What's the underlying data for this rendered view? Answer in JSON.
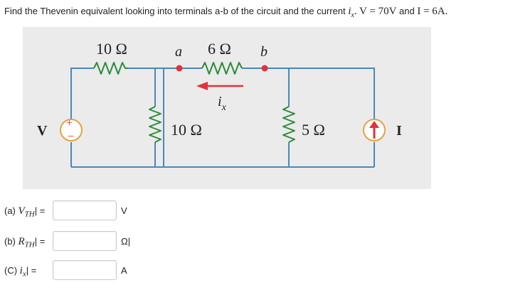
{
  "question": {
    "prefix": "Find the Thevenin equivalent looking into terminals a-b of the circuit and the current ",
    "ix_symbol": "i",
    "ix_sub": "x",
    "v_expr": ". V = 70V",
    "and": " and ",
    "i_expr": "I = 6A."
  },
  "circuit": {
    "r_left_label": "10 Ω",
    "r_mid_label": "6 Ω",
    "r_vert_label": "10 Ω",
    "r_right_label": "5 Ω",
    "terminal_a": "a",
    "terminal_b": "b",
    "current_symbol": "i",
    "current_sub": "x",
    "voltage_source_label": "V",
    "voltage_plus": "+",
    "voltage_minus": "−",
    "current_source_label": "I",
    "wire_color": "#4a87b8",
    "resistor_color": "#2e8b3a",
    "dot_color": "#e0323c",
    "arrow_color": "#e0323c",
    "background_color": "#ebebeb"
  },
  "answers": [
    {
      "label_prefix": "(a) ",
      "var": "V",
      "sub": "TH",
      "eq": "| =",
      "value": "",
      "unit": "V"
    },
    {
      "label_prefix": "(b) ",
      "var": "R",
      "sub": "TH",
      "eq": "| =",
      "value": "",
      "unit": "Ω|"
    },
    {
      "label_prefix": "(C) ",
      "var": "i",
      "sub": "x",
      "eq": "| =",
      "value": "",
      "unit": "A"
    }
  ]
}
